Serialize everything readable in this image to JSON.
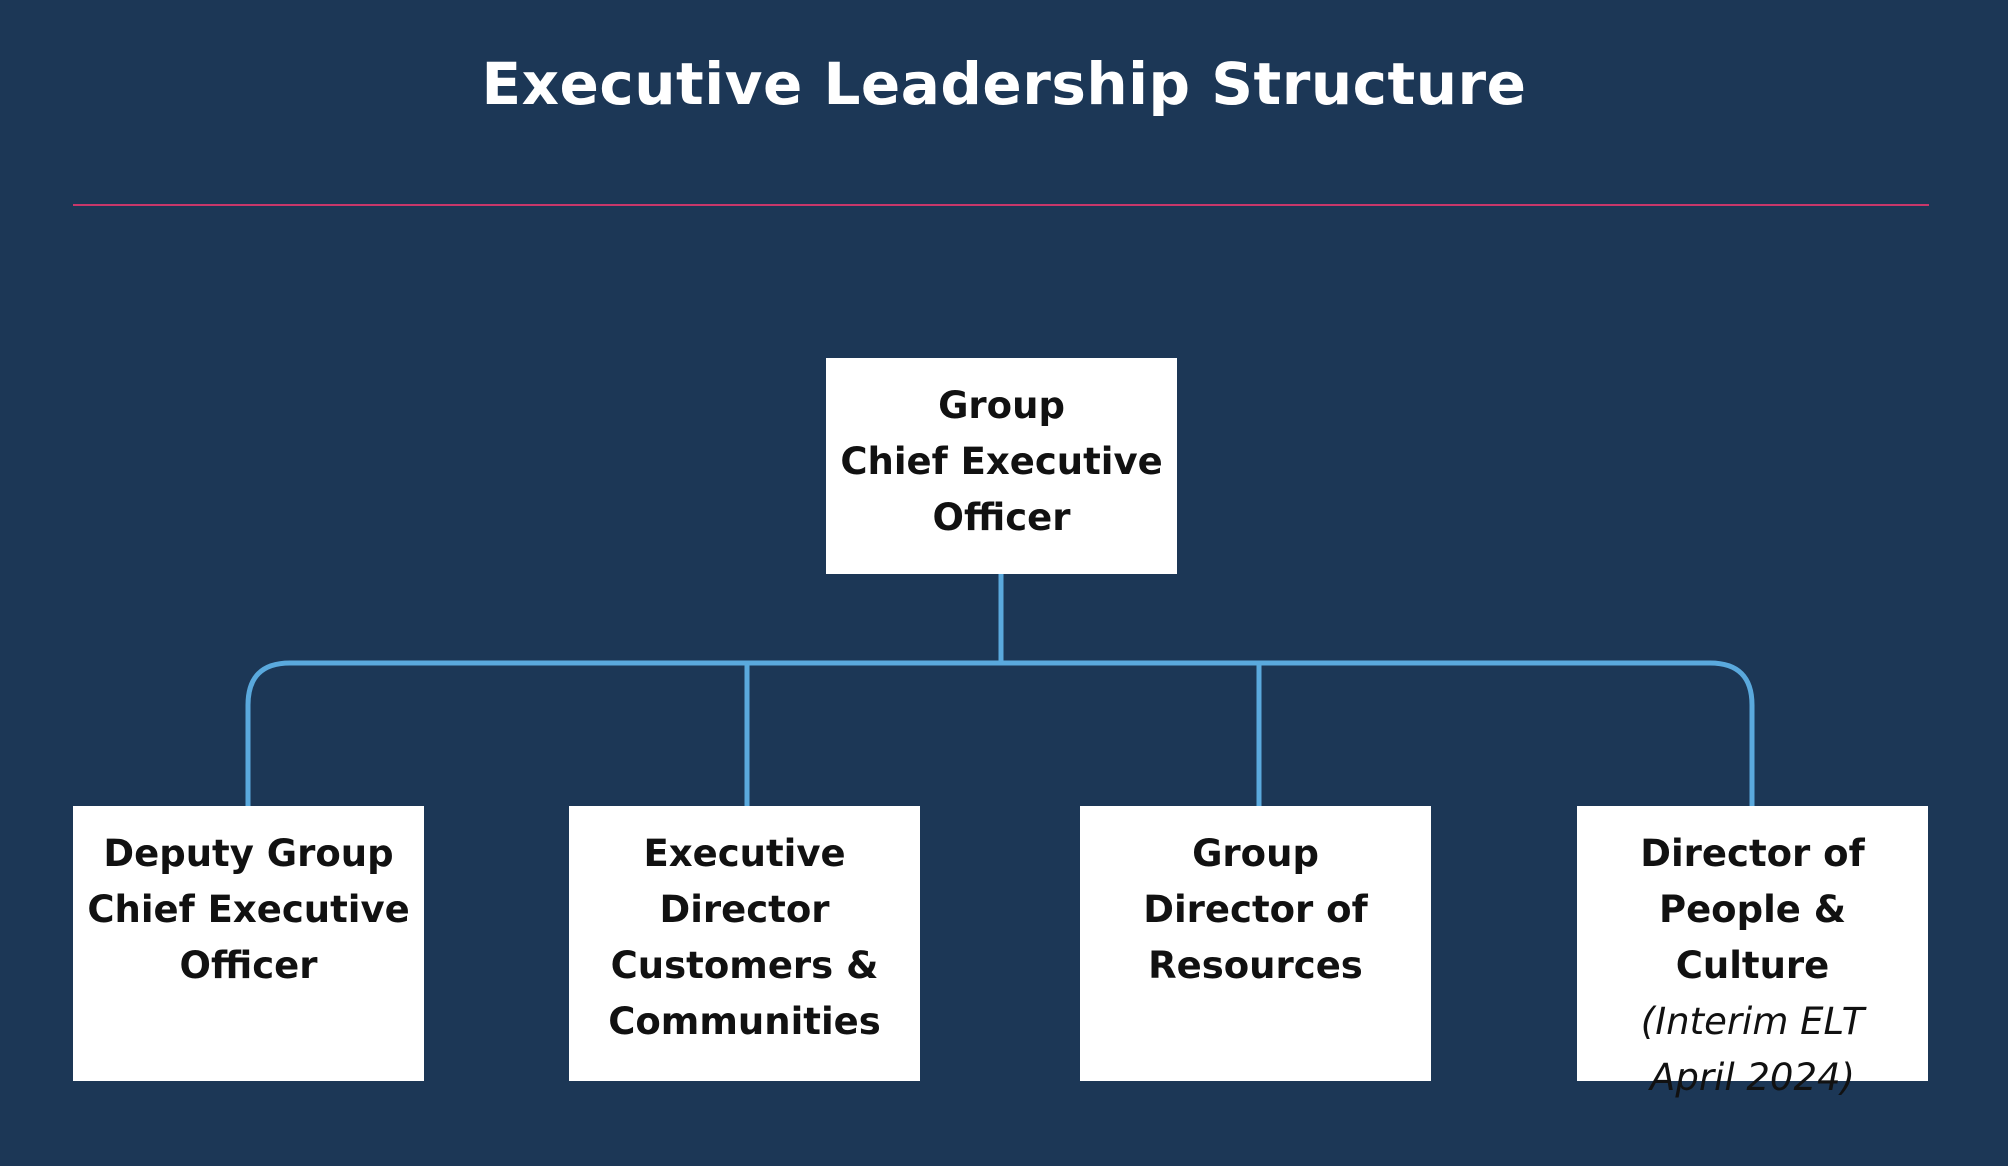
{
  "title": "Executive Leadership Structure",
  "colors": {
    "background": "#1c3756",
    "divider": "#c8376a",
    "connector": "#5aa9dd",
    "box": "#ffffff",
    "text": "#111111"
  },
  "nodes": {
    "ceo": {
      "lines": [
        "Group",
        "Chief Executive",
        "Officer"
      ]
    },
    "deputy_ceo": {
      "lines": [
        "Deputy Group",
        "Chief Executive",
        "Officer"
      ]
    },
    "exec_director": {
      "lines": [
        "Executive",
        "Director",
        "Customers &",
        "Communities"
      ]
    },
    "resources_director": {
      "lines": [
        "Group",
        "Director of",
        "Resources"
      ]
    },
    "people_director": {
      "lines": [
        "Director of",
        "People & Culture"
      ],
      "note_lines": [
        "(Interim ELT",
        "April 2024)"
      ]
    }
  }
}
